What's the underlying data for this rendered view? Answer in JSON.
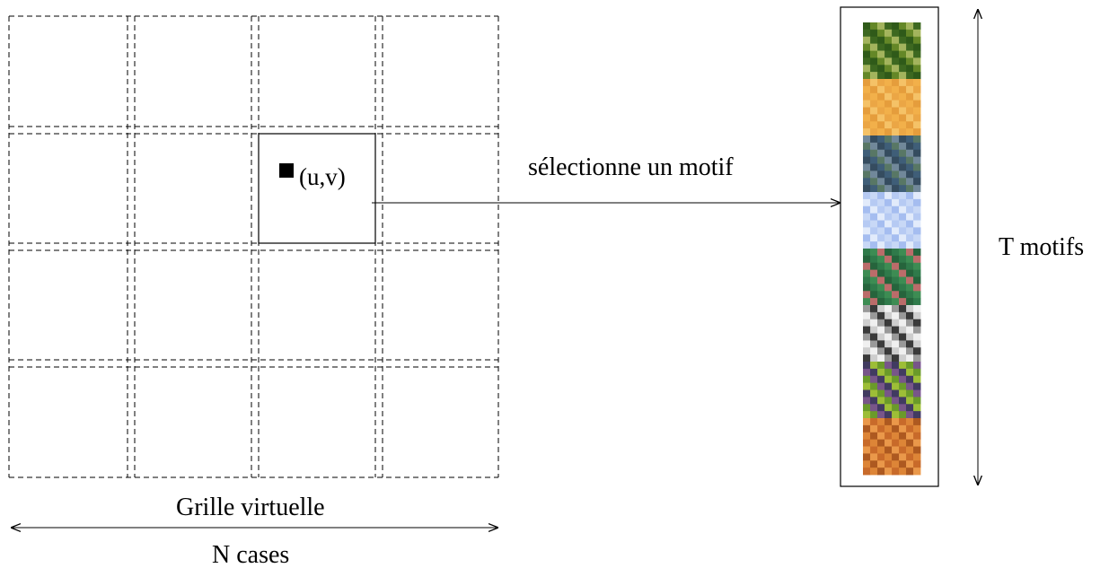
{
  "labels": {
    "grid_name": "Grille virtuelle",
    "grid_count": "N cases",
    "point": "(u,v)",
    "action": "sélectionne un motif",
    "motifs_count": "T motifs"
  },
  "grid": {
    "rows": 4,
    "cols": 4,
    "selected_row": 1,
    "selected_col": 2
  },
  "motif_swatches": [
    {
      "name": "leaves-texture",
      "colors": [
        "#2f5a1a",
        "#6d8f2a",
        "#b7c46a",
        "#3f6b22"
      ]
    },
    {
      "name": "sand-texture",
      "colors": [
        "#f2b04a",
        "#e39a3a",
        "#f6c56c",
        "#eaa544"
      ]
    },
    {
      "name": "stone-texture",
      "colors": [
        "#3f5e78",
        "#5d7b62",
        "#7a8fa0",
        "#34495a"
      ]
    },
    {
      "name": "sky-texture",
      "colors": [
        "#c8d8f6",
        "#9fb8ee",
        "#e6eefb",
        "#b3c8f2"
      ]
    },
    {
      "name": "cell-texture",
      "colors": [
        "#2f7a4a",
        "#3f8f55",
        "#d46a70",
        "#25603a"
      ]
    },
    {
      "name": "marble-texture",
      "colors": [
        "#f0f0f0",
        "#8a8a8a",
        "#1a1a1a",
        "#c8c8c8"
      ]
    },
    {
      "name": "swirl-texture",
      "colors": [
        "#6a9a2a",
        "#7a4a9a",
        "#3a2a6a",
        "#a6c43a"
      ]
    },
    {
      "name": "parquet-texture",
      "colors": [
        "#c86a2a",
        "#e08a3a",
        "#a8561e",
        "#f0a050"
      ]
    }
  ]
}
